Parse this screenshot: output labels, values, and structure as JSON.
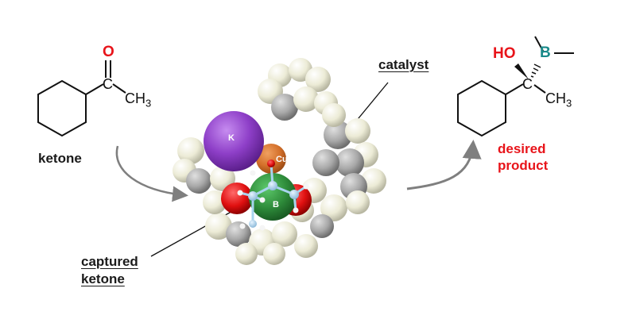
{
  "reactant": {
    "name": "ketone",
    "atoms": {
      "oxygen": "O",
      "carbon": "C",
      "methyl": "CH",
      "methyl_sub": "3"
    }
  },
  "catalyst_label": "catalyst",
  "captured_label": {
    "line1": "captured",
    "line2": "ketone"
  },
  "complex_atoms": {
    "potassium": "K",
    "copper": "Cu",
    "boron": "B"
  },
  "product": {
    "label_line1": "desired",
    "label_line2": "product",
    "atoms": {
      "hydroxyl": "HO",
      "boron": "B",
      "carbon": "C",
      "methyl": "CH",
      "methyl_sub": "3"
    }
  },
  "colors": {
    "oxygen_red": "#e8141a",
    "boron_teal": "#1a8a8a",
    "arrow_gray": "#7f7f7f",
    "potassium_purple": "#8e3fc8",
    "copper_orange": "#d4702a",
    "boron_green": "#2e8b3a",
    "hydrogen_cream": "#eeeedc",
    "carbon_gray": "#9a9a9a"
  }
}
